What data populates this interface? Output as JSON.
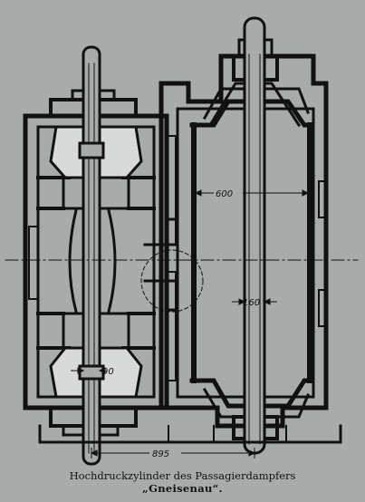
{
  "figure": {
    "dimensions": {
      "cylinder_bore": "600",
      "piston_rod": "160",
      "valve_rod": "90",
      "axis_distance": "895"
    },
    "caption": {
      "line1": "Hochdruckzylinder des Passagierdampfers",
      "line2": "„Gneisenau“."
    },
    "colors": {
      "paper": "#a7acab",
      "ink": "#111111"
    }
  }
}
